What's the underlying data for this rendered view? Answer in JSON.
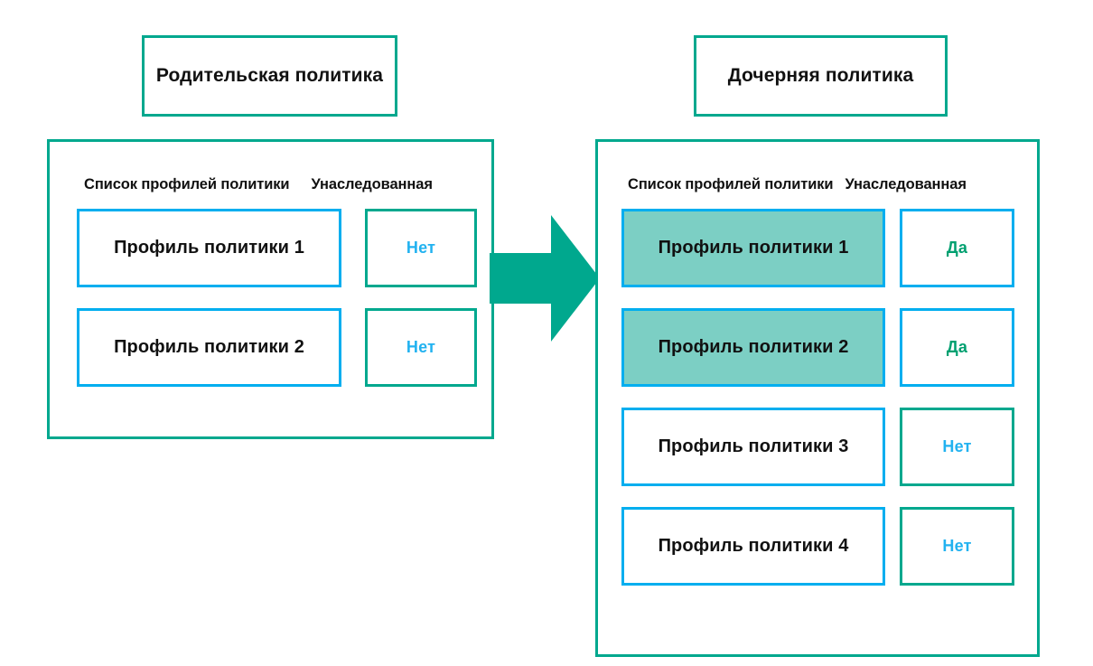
{
  "diagram": {
    "type": "policy-inheritance-flow",
    "colors": {
      "green": "#00A88E",
      "blue": "#00AEEF",
      "highlight_fill": "#7CCFC4",
      "no_text": "#22B2F0",
      "yes_text": "#00A070",
      "arrow": "#00A88E",
      "text": "#111111",
      "background": "#FFFFFF"
    },
    "arrow": {
      "name": "right-arrow",
      "direction": "right",
      "from": "parent-policy-panel",
      "to": "child-policy-panel"
    }
  },
  "parent": {
    "title": "Родительская политика",
    "headers": {
      "profiles": "Список профилей политики",
      "inherited": "Унаследованная"
    },
    "rows": [
      {
        "profile": "Профиль политики 1",
        "inherited": "Нет",
        "inherited_value": "no",
        "highlighted": false
      },
      {
        "profile": "Профиль политики 2",
        "inherited": "Нет",
        "inherited_value": "no",
        "highlighted": false
      }
    ]
  },
  "child": {
    "title": "Дочерняя политика",
    "headers": {
      "profiles": "Список профилей политики",
      "inherited": "Унаследованная"
    },
    "rows": [
      {
        "profile": "Профиль политики 1",
        "inherited": "Да",
        "inherited_value": "yes",
        "highlighted": true
      },
      {
        "profile": "Профиль политики 2",
        "inherited": "Да",
        "inherited_value": "yes",
        "highlighted": true
      },
      {
        "profile": "Профиль политики 3",
        "inherited": "Нет",
        "inherited_value": "no",
        "highlighted": false
      },
      {
        "profile": "Профиль политики 4",
        "inherited": "Нет",
        "inherited_value": "no",
        "highlighted": false
      }
    ]
  }
}
